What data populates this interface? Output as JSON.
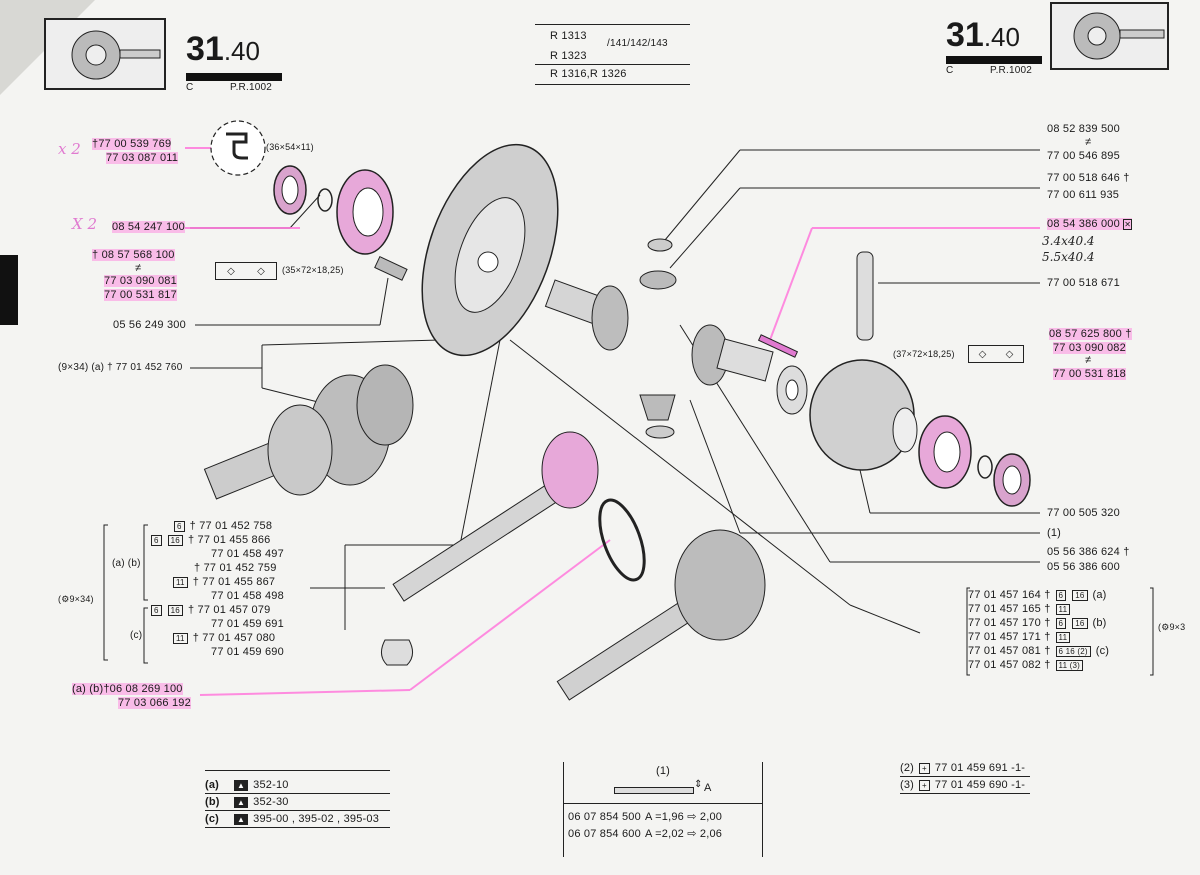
{
  "header": {
    "section_left": "31",
    "section_left_dec": ".40",
    "code_left": "C",
    "pr_left": "P.R.1002",
    "section_right": "31",
    "section_right_dec": ".40",
    "code_right": "C",
    "pr_right": "P.R.1002",
    "models": [
      "R 1313",
      "R 1323",
      "R 1316,R 1326"
    ],
    "models_suffix": "/141/142/143"
  },
  "handwriting": {
    "x2_top": "x 2",
    "x2_mid": "X 2",
    "dims_1": "3.4x40.4",
    "dims_2": "5.5x40.4"
  },
  "left_callouts": {
    "seal_1": "†77 00 539 769",
    "seal_2": "77 03 087 011",
    "seal_dim": "(36×54×11)",
    "bearing": "08 54 247 100",
    "kit_1": "† 08 57 568 100",
    "kit_ne": "≠",
    "kit_2": "77 03 090 081",
    "kit_3": "77 00 531 817",
    "kit_dim": "(35×72×18,25)",
    "bolt": "05 56 249 300",
    "crown": "(9×34) (a) † 77 01 452 760"
  },
  "right_callouts": {
    "r1a": "08 52 839 500",
    "r1ne": "≠",
    "r1b": "77 00 546 895",
    "r2a": "77 00 518 646 †",
    "r2b": "77 00 611 935",
    "r3": "08 54 386 000",
    "r4": "77 00 518 671",
    "r5a": "08 57 625 800 †",
    "r5b": "77 03 090 082",
    "r5ne": "≠",
    "r5c": "77 00 531 818",
    "r5dim": "(37×72×18,25)",
    "r6": "77 00 505 320",
    "r7": "(1)",
    "r8a": "05 56 386 624 †",
    "r8b": "05 56 386 600"
  },
  "left_list": {
    "group_label": "(⚙9×34)",
    "ab_label": "(a) (b)",
    "c_label": "(c)",
    "rows": [
      {
        "code": "† 77 01 452 758",
        "tag": "6"
      },
      {
        "code": "† 77 01 455 866",
        "tag": "6 16"
      },
      {
        "code": "77 01 458 497",
        "tag": ""
      },
      {
        "code": "† 77 01 452 759",
        "tag": ""
      },
      {
        "code": "† 77 01 455 867",
        "tag": "11"
      },
      {
        "code": "77 01 458 498",
        "tag": ""
      },
      {
        "code": "† 77 01 457 079",
        "tag": "6 16"
      },
      {
        "code": "77 01 459 691",
        "tag": ""
      },
      {
        "code": "† 77 01 457 080",
        "tag": "11"
      },
      {
        "code": "77 01 459 690",
        "tag": ""
      }
    ],
    "bottom_1": "(a) (b)†06 08 269 100",
    "bottom_2": "77 03 066 192"
  },
  "right_list": {
    "group_label": "(⚙9×3",
    "rows": [
      {
        "code": "77 01 457 164 †",
        "tag": "6 16",
        "note": "(a)"
      },
      {
        "code": "77 01 457 165 †",
        "tag": "11",
        "note": ""
      },
      {
        "code": "77 01 457 170 †",
        "tag": "6 16",
        "note": "(b)"
      },
      {
        "code": "77 01 457 171 †",
        "tag": "11",
        "note": ""
      },
      {
        "code": "77 01 457 081 †",
        "tag": "6 16 (2)",
        "note": "(c)"
      },
      {
        "code": "77 01 457 082 †",
        "tag": "11 (3)",
        "note": ""
      }
    ]
  },
  "legend": {
    "rows": [
      {
        "key": "(a)",
        "ref": "352-10"
      },
      {
        "key": "(b)",
        "ref": "352-30"
      },
      {
        "key": "(c)",
        "ref": "395-00 , 395-02 , 395-03"
      }
    ]
  },
  "shim": {
    "title": "(1)",
    "a_label": "A",
    "rows": [
      {
        "code": "06 07 854 500",
        "val": "A =1,96 ⇨ 2,00"
      },
      {
        "code": "06 07 854 600",
        "val": "A =2,02 ⇨ 2,06"
      }
    ]
  },
  "notes": {
    "rows": [
      {
        "k": "(2)",
        "code": "77 01 459 691 -1-"
      },
      {
        "k": "(3)",
        "code": "77 01 459 690 -1-"
      }
    ]
  },
  "colors": {
    "highlight": "#ff78dc",
    "ink": "#1a1a1a",
    "paper": "#f4f4f2"
  }
}
